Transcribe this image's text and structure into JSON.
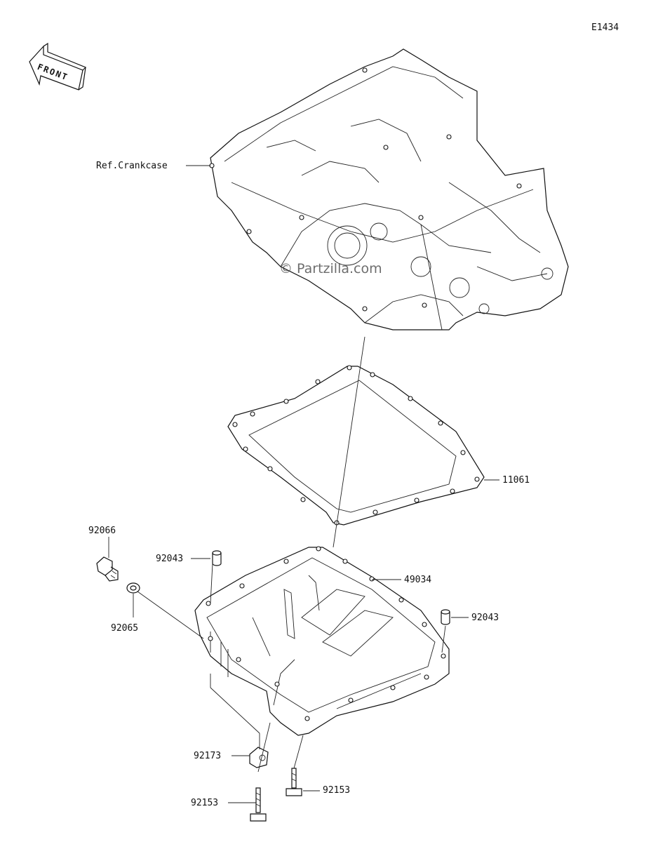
{
  "diagram_id": "E1434",
  "front_arrow_text": "FRONT",
  "watermark": "© Partzilla.com",
  "callouts": {
    "ref_crankcase": "Ref.Crankcase",
    "gasket": "11061",
    "oil_pan": "49034",
    "drain_plug": "92066",
    "washer": "92065",
    "dowel_left": "92043",
    "dowel_right": "92043",
    "pipe": "92173",
    "bolt_left": "92153",
    "bolt_right": "92153"
  }
}
